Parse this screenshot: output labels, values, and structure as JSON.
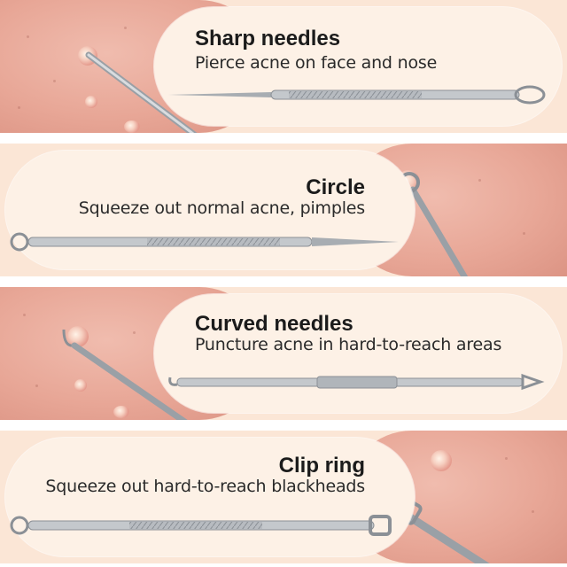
{
  "tools": [
    {
      "title": "Sharp needles",
      "description": "Pierce acne on face and nose"
    },
    {
      "title": "Circle",
      "description": "Squeeze out normal acne, pimples"
    },
    {
      "title": "Curved needles",
      "description": "Puncture acne in hard-to-reach areas"
    },
    {
      "title": "Clip ring",
      "description": "Squeeze out hard-to-reach blackheads"
    }
  ],
  "colors": {
    "background": "#fbe6d6",
    "card": "#fdf1e6",
    "skin": "#e8a797",
    "steel": "#bfc3c7"
  }
}
